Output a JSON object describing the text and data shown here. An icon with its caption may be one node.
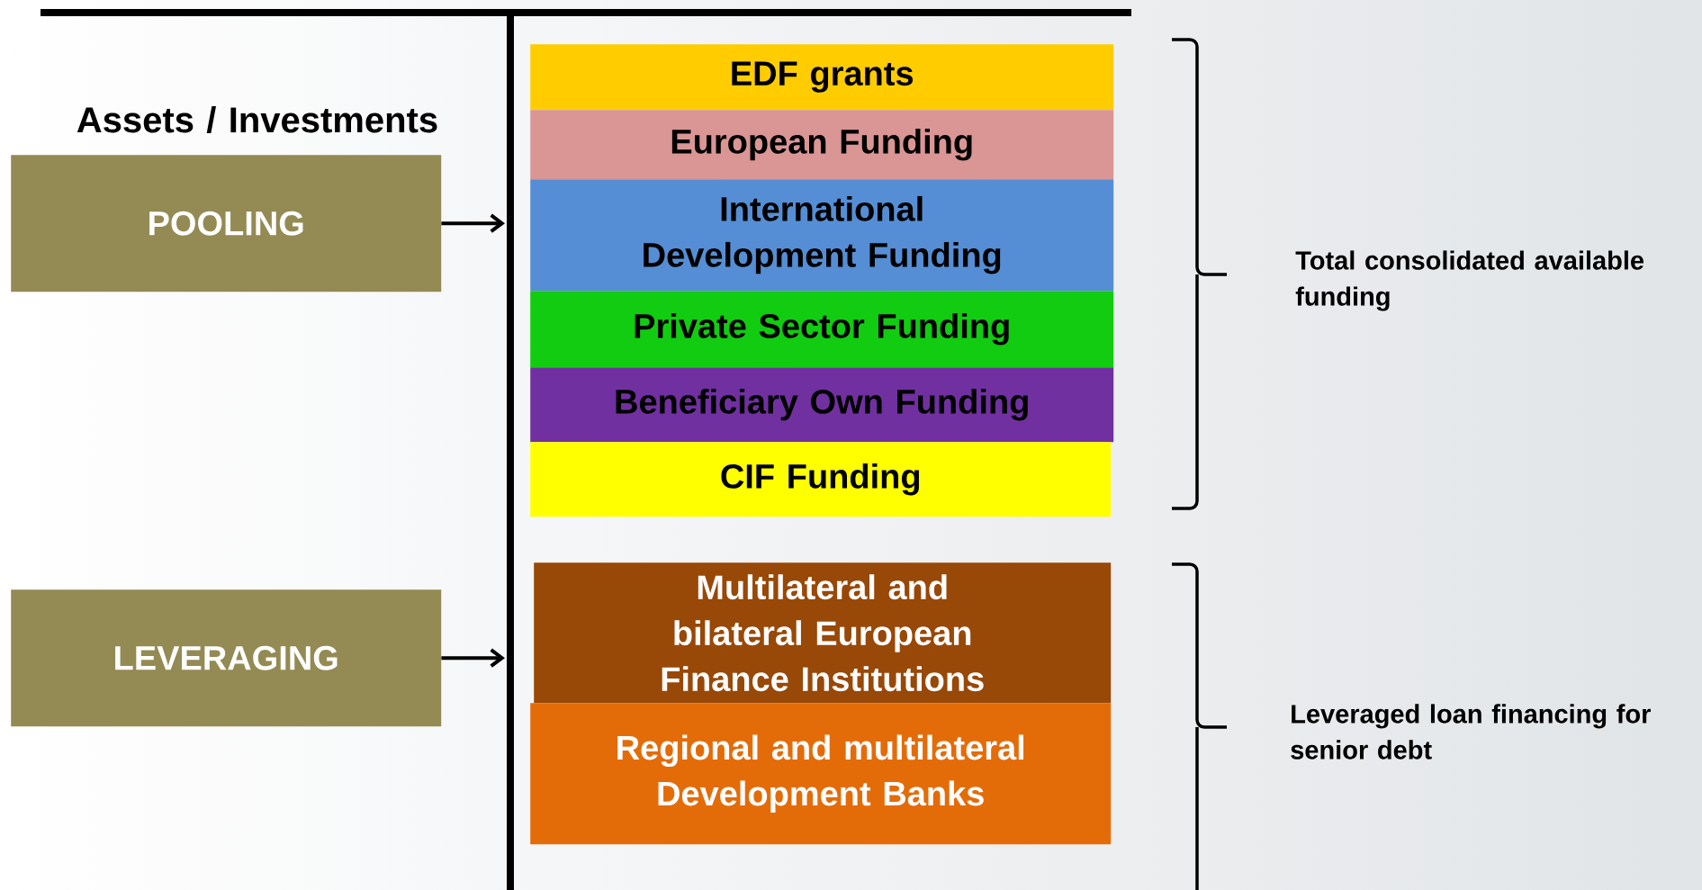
{
  "diagram": {
    "nodes": [
      {
        "text": [
          "POOLING"
        ]
      },
      {
        "text": [
          "LEVERAGING"
        ]
      },
      {
        "text": [
          "EDF grants"
        ]
      },
      {
        "text": [
          "European Funding"
        ]
      },
      {
        "text": [
          "International Development Funding"
        ]
      },
      {
        "text": [
          "Private Sector Funding"
        ]
      },
      {
        "text": [
          "Beneficiary Own Funding"
        ]
      },
      {
        "text": [
          "CIF Funding"
        ]
      },
      {
        "text": [
          "Multilateral and bilateral European Finance Institutions"
        ]
      },
      {
        "text": [
          "Regional and multilateral Development Banks"
        ]
      }
    ],
    "edges": [
      {
        "from": 0,
        "to": null,
        "arrow": "to"
      },
      {
        "from": 1,
        "to": null,
        "arrow": "to"
      }
    ],
    "labels": [
      "Assets / Investments",
      "Total consolidated  available funding",
      "Leveraged loan financing for senior debt"
    ]
  }
}
